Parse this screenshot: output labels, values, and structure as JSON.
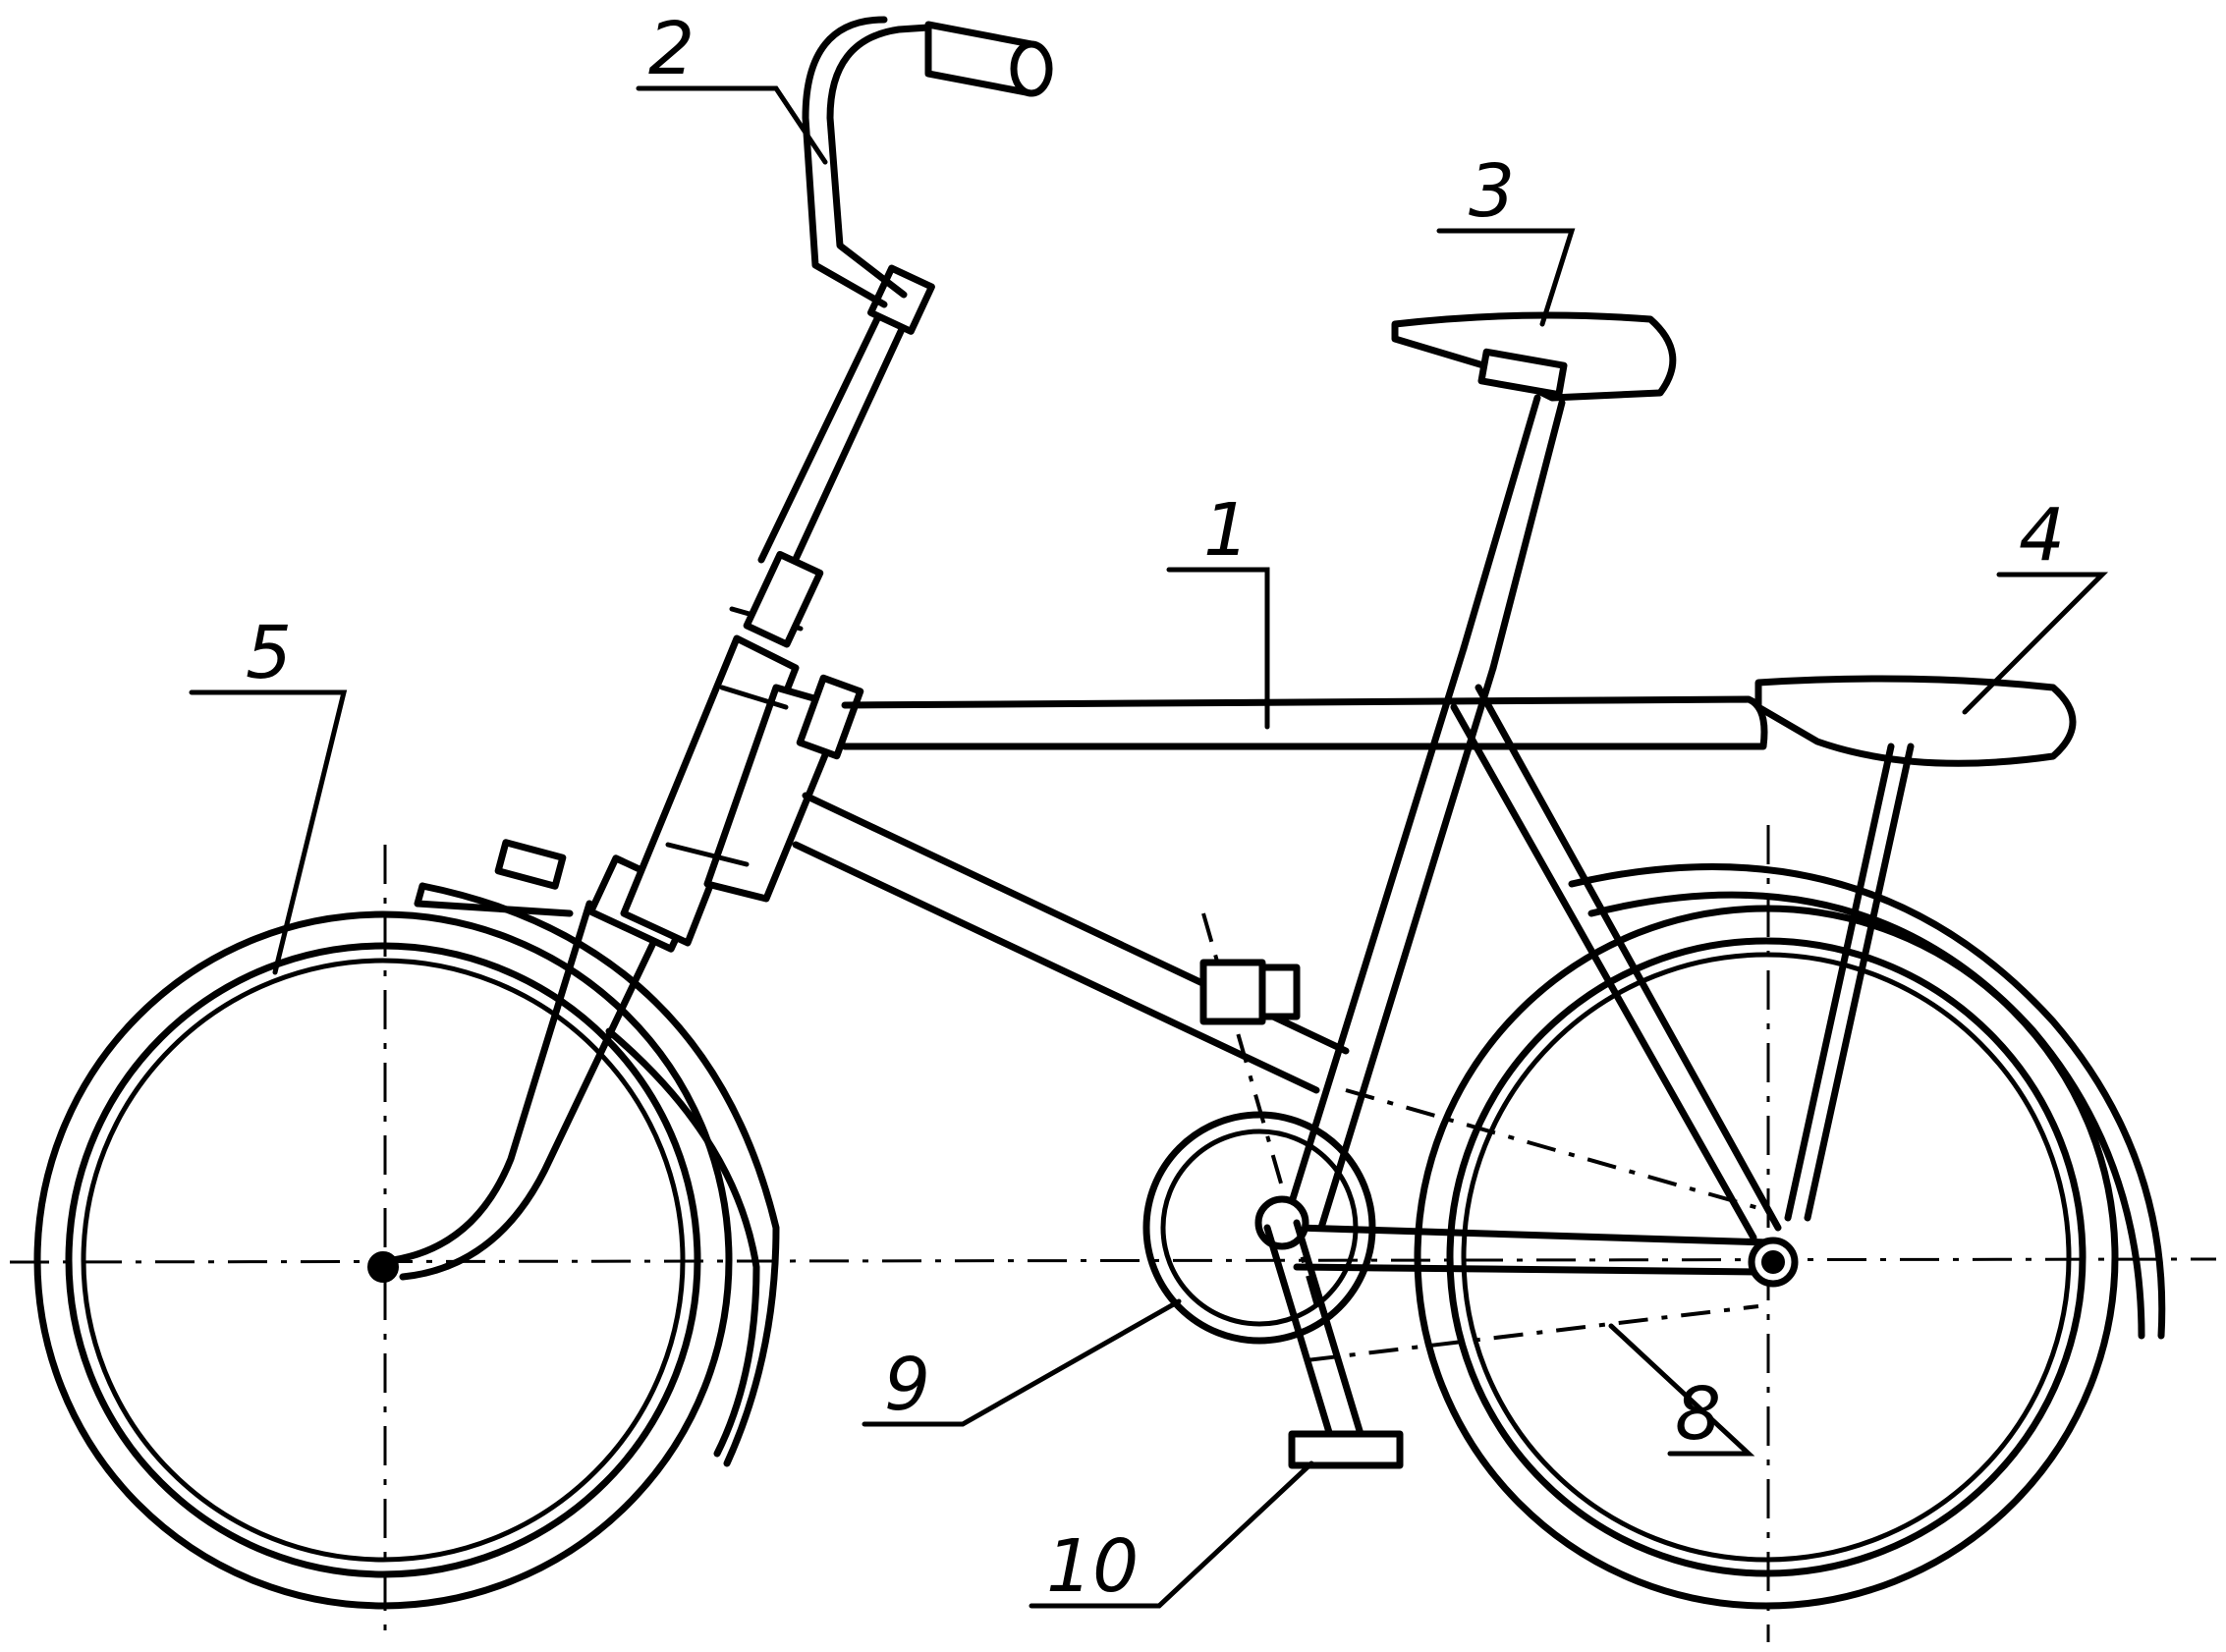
{
  "callouts": [
    {
      "id": "1",
      "text": "1"
    },
    {
      "id": "2",
      "text": "2"
    },
    {
      "id": "3",
      "text": "3"
    },
    {
      "id": "4",
      "text": "4"
    },
    {
      "id": "5",
      "text": "5"
    },
    {
      "id": "8",
      "text": "8"
    },
    {
      "id": "9",
      "text": "9"
    },
    {
      "id": "10",
      "text": "10"
    }
  ]
}
